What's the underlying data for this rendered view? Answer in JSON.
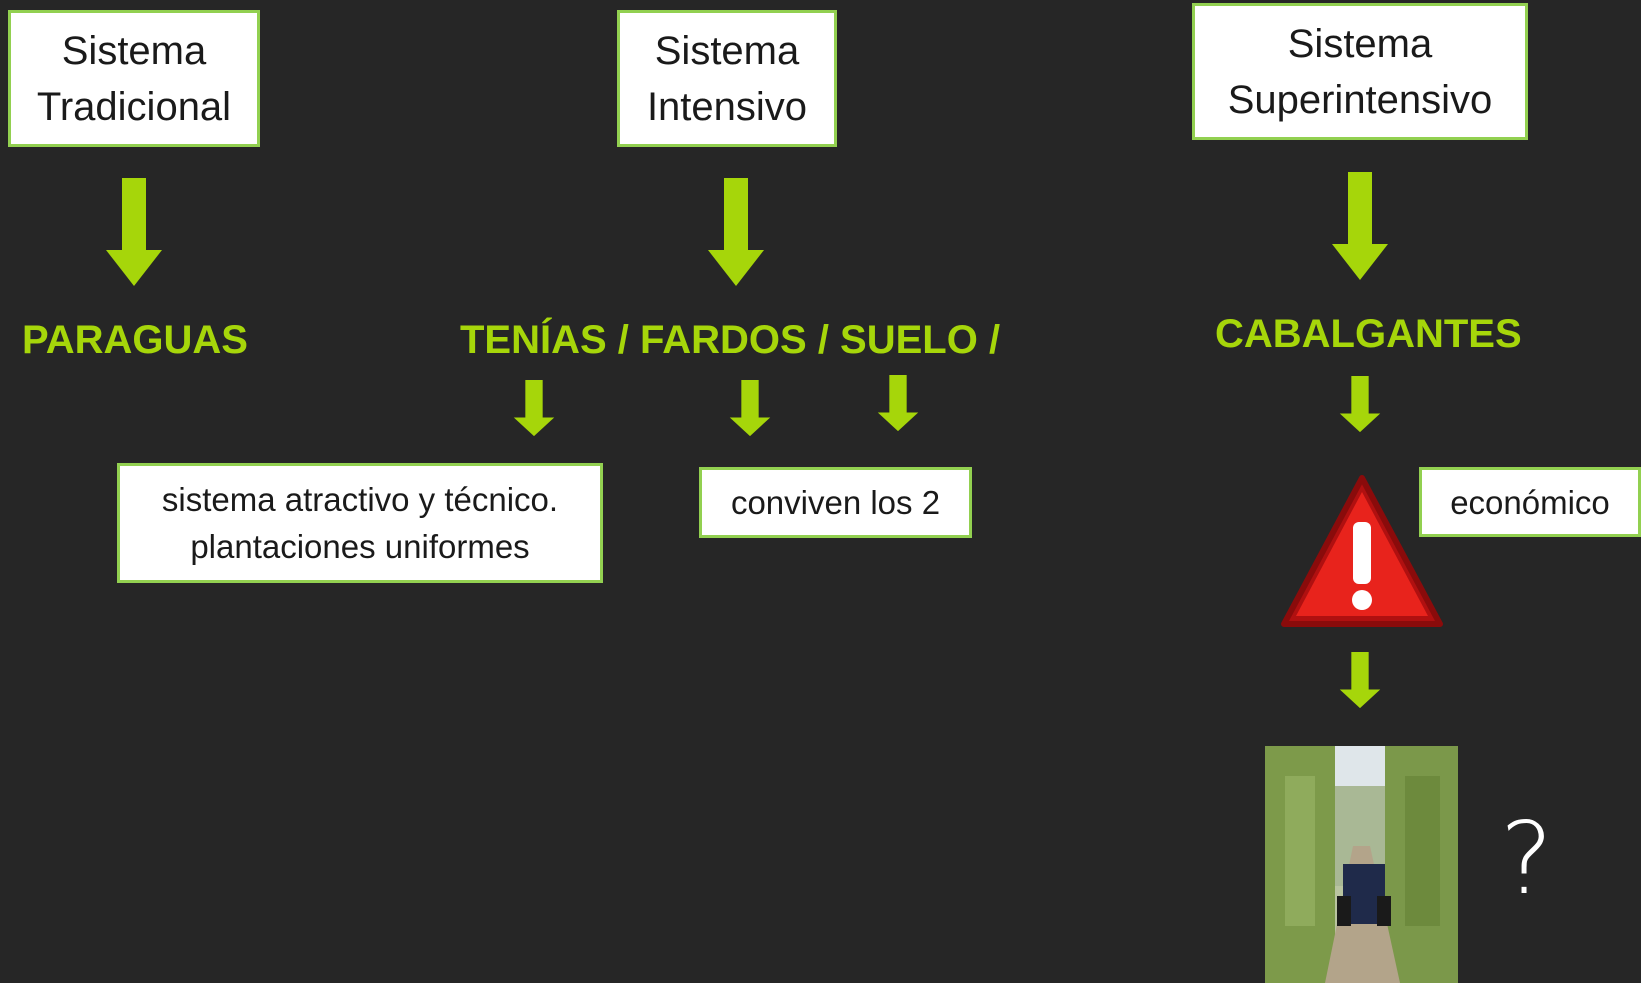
{
  "colors": {
    "background": "#262626",
    "accent": "#a6d60a",
    "box_border": "#92d050",
    "warning": "#e8231c"
  },
  "columns": {
    "traditional": {
      "title_line1": "Sistema",
      "title_line2": "Tradicional",
      "label": "PARAGUAS"
    },
    "intensive": {
      "title_line1": "Sistema",
      "title_line2": "Intensivo",
      "label": "TENÍAS / FARDOS / SUELO /",
      "note1_line1": "sistema atractivo y técnico.",
      "note1_line2": "plantaciones uniformes",
      "note2": "conviven los 2"
    },
    "superintensive": {
      "title_line1": "Sistema",
      "title_line2": "Superintensivo",
      "label": "CABALGANTES",
      "note": "económico",
      "warning_icon": "warning-triangle-icon",
      "question": "?"
    }
  }
}
